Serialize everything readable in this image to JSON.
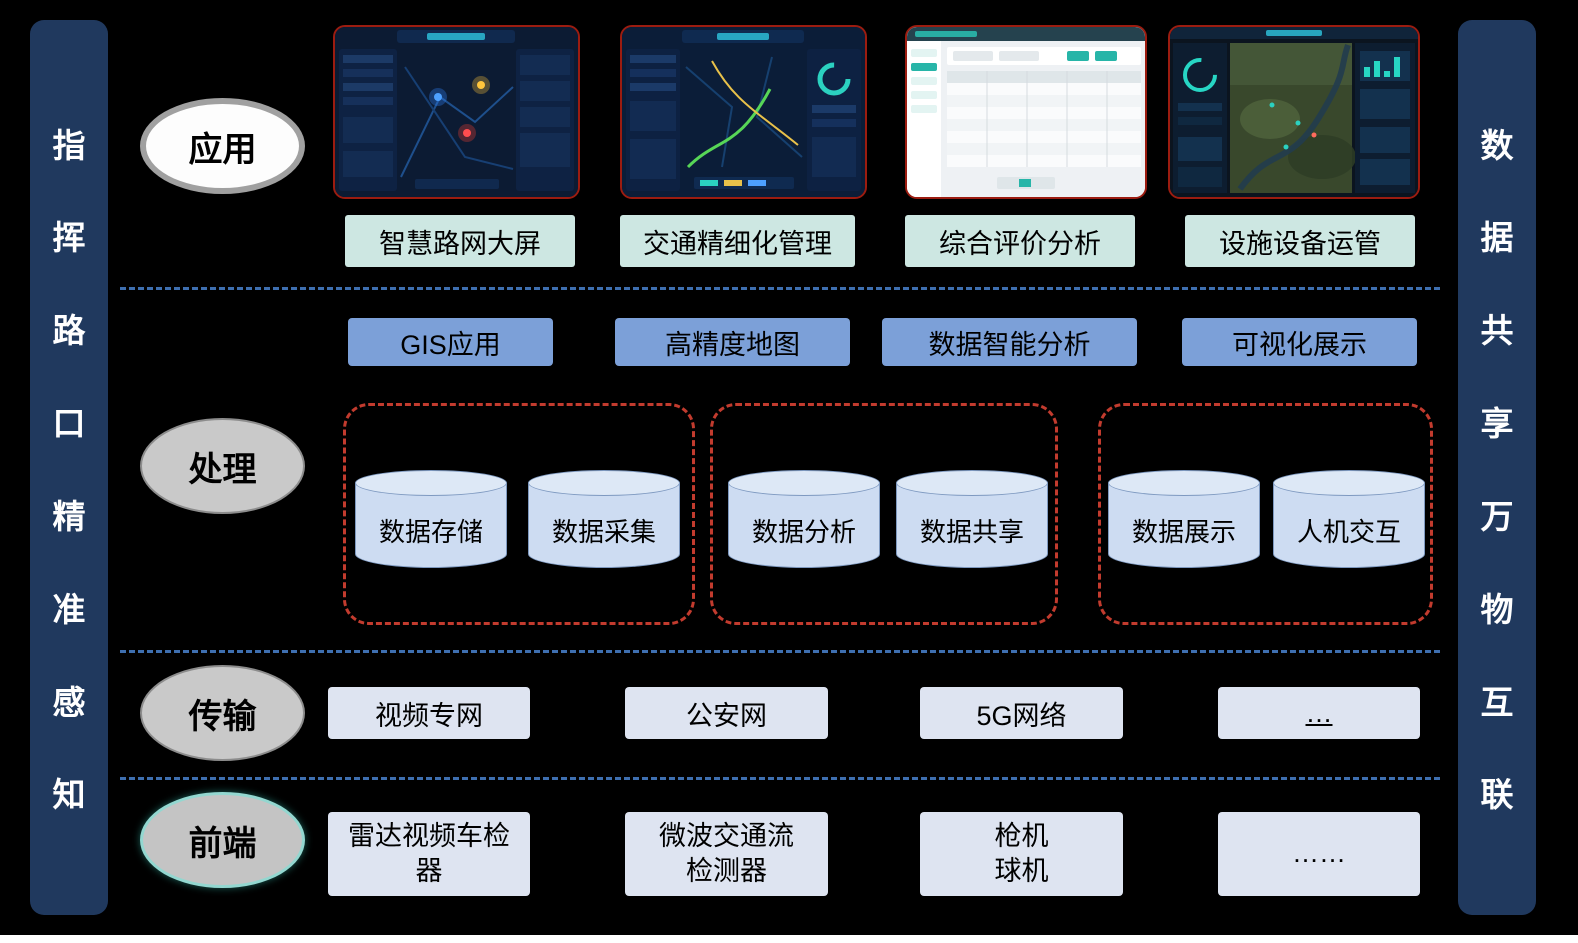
{
  "sidebars": {
    "left": "指挥路口精准感知",
    "right": "数据共享万物互联"
  },
  "layers": {
    "application": {
      "label": "应用",
      "items": [
        "智慧路网大屏",
        "交通精细化管理",
        "综合评价分析",
        "设施设备运管"
      ]
    },
    "capabilities": {
      "items": [
        "GIS应用",
        "高精度地图",
        "数据智能分析",
        "可视化展示"
      ]
    },
    "processing": {
      "label": "处理",
      "groups": [
        {
          "cylinders": [
            "数据存储",
            "数据采集"
          ]
        },
        {
          "cylinders": [
            "数据分析",
            "数据共享"
          ]
        },
        {
          "cylinders": [
            "数据展示",
            "人机交互"
          ]
        }
      ]
    },
    "transmission": {
      "label": "传输",
      "items": [
        "视频专网",
        "公安网",
        "5G网络",
        "…"
      ]
    },
    "frontend": {
      "label": "前端",
      "items": [
        "雷达视频车检\n器",
        "微波交通流\n检测器",
        "枪机\n球机",
        "……"
      ]
    }
  },
  "colors": {
    "background": "#000000",
    "side_banner": "#20395e",
    "app_label_bg": "#cde7e2",
    "capability_bg": "#7ca0d8",
    "cylinder_bg": "#cddcf2",
    "box_bg": "#dee4f1",
    "red_dashed_border": "#c23b2e",
    "divider_blue": "#3e6fb0",
    "thumbnail_border": "#9c1c10"
  }
}
